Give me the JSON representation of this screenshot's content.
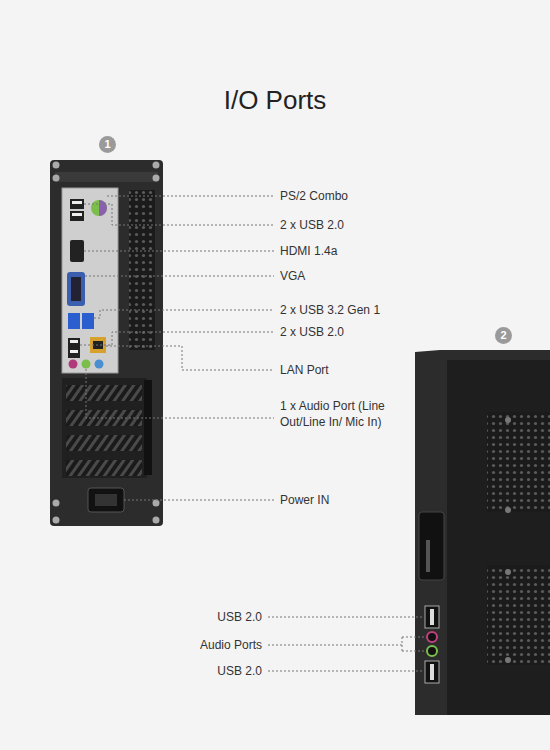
{
  "diagram": {
    "title": "I/O Ports",
    "nodes": [
      {
        "text": [
          "1"
        ]
      },
      {
        "text": [
          "2"
        ]
      }
    ],
    "labels": [
      "PS/2 Combo",
      "2 x USB 2.0",
      "HDMI 1.4a",
      "VGA",
      "2 x USB 3.2 Gen 1",
      "2 x USB 2.0",
      "LAN Port",
      "1 x Audio Port (Line Out/Line In/ Mic In)",
      "Power IN",
      "USB 2.0",
      "Audio Ports",
      "USB 2.0"
    ]
  }
}
